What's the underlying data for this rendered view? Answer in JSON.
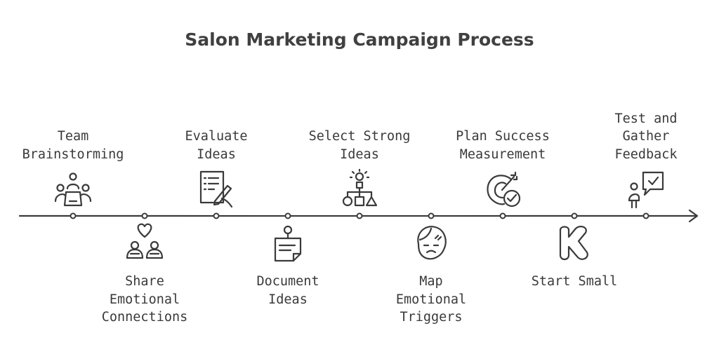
{
  "title": "Salon Marketing Campaign Process",
  "steps": [
    {
      "label": "Team\nBrainstorming",
      "icon": "team-meeting-icon"
    },
    {
      "label": "Share\nEmotional\nConnections",
      "icon": "heart-people-icon"
    },
    {
      "label": "Evaluate\nIdeas",
      "icon": "clipboard-signing-icon"
    },
    {
      "label": "Document\nIdeas",
      "icon": "pinned-note-icon"
    },
    {
      "label": "Select Strong\nIdeas",
      "icon": "idea-hierarchy-icon"
    },
    {
      "label": "Map\nEmotional\nTriggers",
      "icon": "face-emotion-icon"
    },
    {
      "label": "Plan Success\nMeasurement",
      "icon": "target-check-icon"
    },
    {
      "label": "Start Small",
      "icon": "k-shape-icon"
    },
    {
      "label": "Test and\nGather\nFeedback",
      "icon": "person-feedback-icon"
    }
  ]
}
